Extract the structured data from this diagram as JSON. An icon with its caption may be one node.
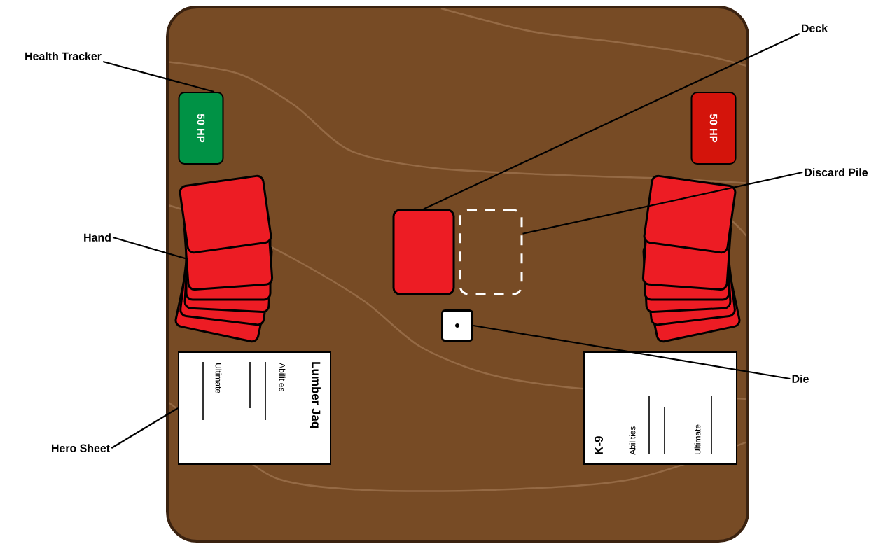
{
  "diagram": {
    "nodes": [
      {
        "text": [
          "Deck"
        ]
      },
      {
        "text": [
          "Health Tracker"
        ]
      },
      {
        "text": [
          "50 HP"
        ]
      },
      {
        "text": [
          "50 HP"
        ]
      },
      {
        "text": [
          "Discard Pile"
        ]
      },
      {
        "text": [],
        "shape": "box"
      },
      {
        "text": [],
        "shape": "box"
      },
      {
        "text": [
          "Hand"
        ]
      },
      {
        "text": [],
        "shape": "card"
      },
      {
        "text": [],
        "shape": "box"
      },
      {
        "text": [
          "Die"
        ]
      },
      {
        "text": [
          "Lumber Jaq",
          "Abilities",
          "Ultimate"
        ]
      },
      {
        "text": [
          "K-9",
          "Abilities",
          "Ultimate"
        ]
      },
      {
        "text": [
          "Hero Sheet"
        ]
      },
      {
        "text": [],
        "shape": "card"
      }
    ],
    "edges": [
      {
        "from": 1,
        "to": 2,
        "arrow": "none"
      },
      {
        "from": 0,
        "to": 5,
        "arrow": "none"
      },
      {
        "from": 4,
        "to": 6,
        "arrow": "none"
      },
      {
        "from": 7,
        "to": 8,
        "arrow": "none"
      },
      {
        "from": 10,
        "to": 9,
        "arrow": "none"
      },
      {
        "from": 13,
        "to": 11,
        "arrow": "none"
      }
    ]
  }
}
